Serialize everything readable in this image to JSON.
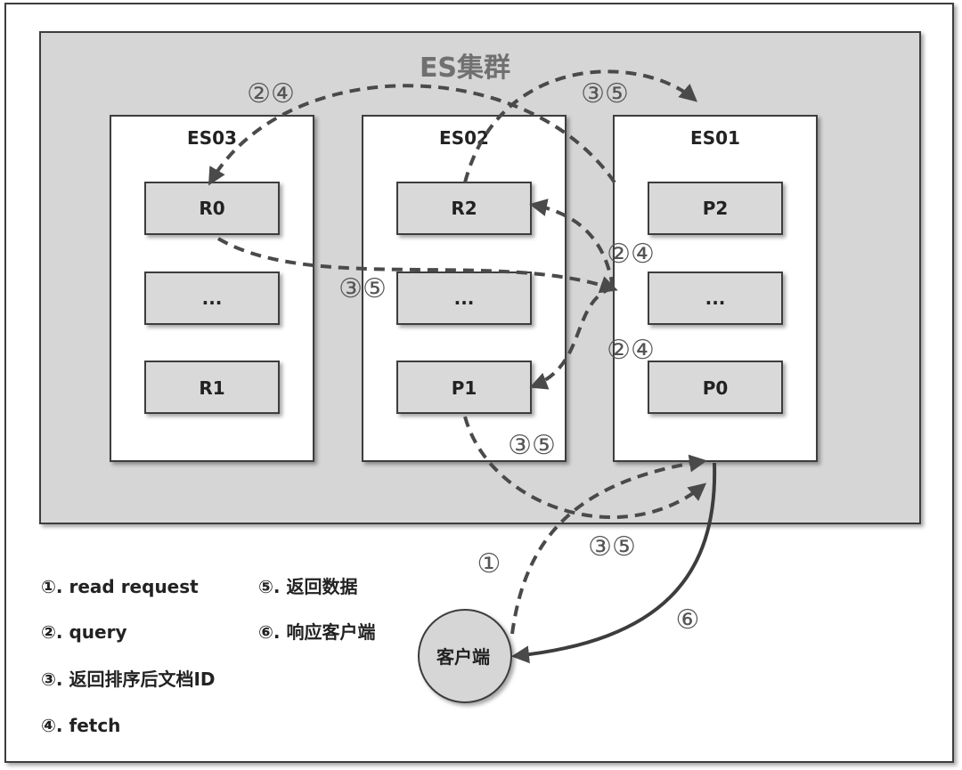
{
  "cluster": {
    "title": "ES集群"
  },
  "nodes": [
    {
      "name": "ES03",
      "shards": [
        "R0",
        "...",
        "R1"
      ]
    },
    {
      "name": "ES02",
      "shards": [
        "R2",
        "...",
        "P1"
      ]
    },
    {
      "name": "ES01",
      "shards": [
        "P2",
        "...",
        "P0"
      ]
    }
  ],
  "client": {
    "label": "客户端"
  },
  "step_labels": {
    "s1": "①",
    "s24_top": "②④",
    "s35_top": "③⑤",
    "s24_mid_a": "②④",
    "s35_mid": "③⑤",
    "s24_mid_b": "②④",
    "s35_low": "③⑤",
    "s35_bottom": "③⑤",
    "s6": "⑥"
  },
  "legend": [
    "①. read request",
    "②. query",
    "③. 返回排序后文档ID",
    "④. fetch",
    "⑤. 返回数据",
    "⑥. 响应客户端"
  ],
  "colors": {
    "cluster_bg": "#d6d6d6",
    "shard_fill": "#d9d9d9",
    "stroke": "#3d3d3d",
    "arrow": "#4a4a4a",
    "title_text": "#707070",
    "step_text": "#555555",
    "client_fill": "#d6d6d6"
  }
}
